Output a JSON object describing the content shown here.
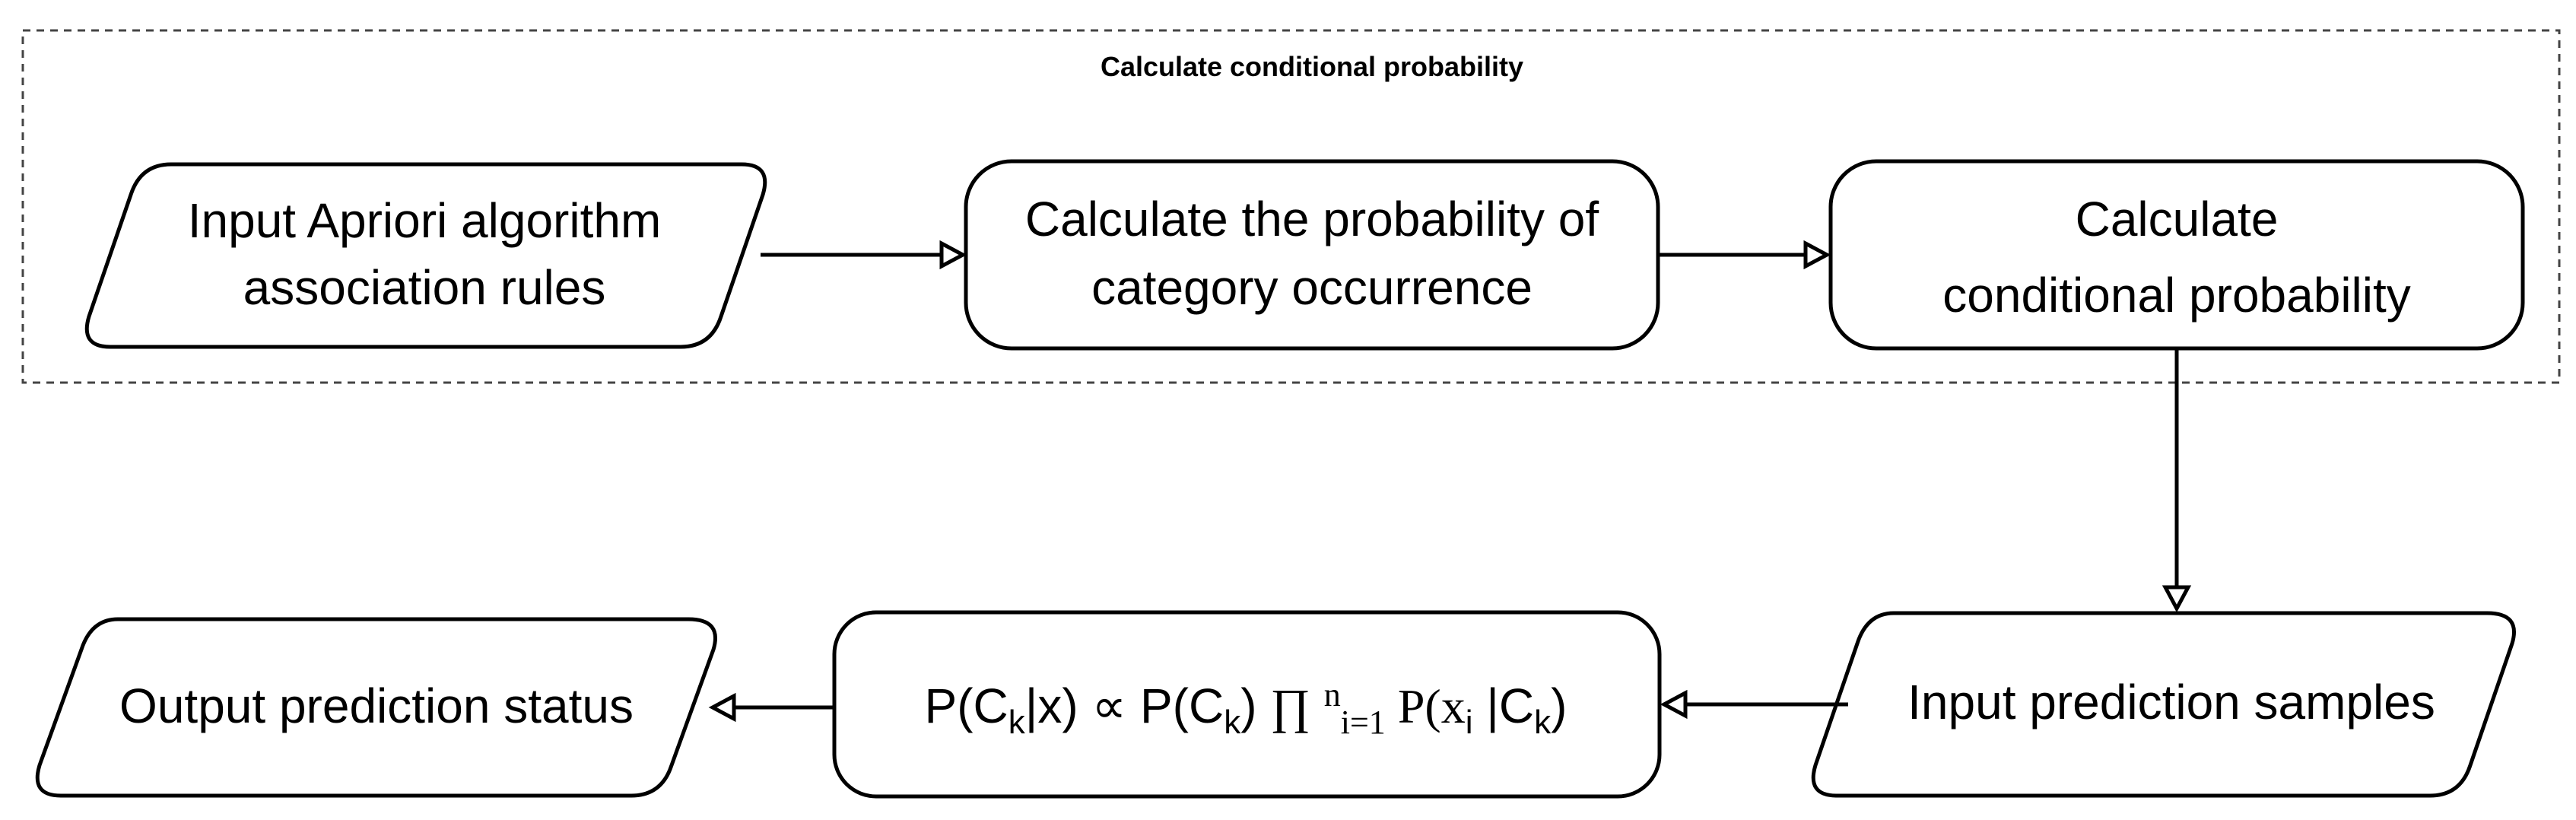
{
  "frame": {
    "title": "Calculate conditional probability"
  },
  "nodes": {
    "input_apriori": {
      "line1": "Input Apriori algorithm",
      "line2": "association rules"
    },
    "calc_category": {
      "line1": "Calculate the probability of",
      "line2": "category occurrence"
    },
    "calc_conditional": {
      "line1": "Calculate",
      "line2": "conditional probability"
    },
    "input_samples": {
      "label": "Input prediction samples"
    },
    "formula": {
      "p_open": "P(C",
      "sub_k1": "k",
      "given_x": "|x)",
      "propto": "∝",
      "p2_open": "P(C",
      "sub_k2": "k",
      "p2_close": ")",
      "prod": "∏",
      "sup_n": "n",
      "sub_i1": "i=1",
      "serif_p": "P(x",
      "sub_i": "i",
      "given_c": "|C",
      "sub_k3": "k",
      "close": ")"
    },
    "output_status": {
      "label": "Output prediction status"
    }
  },
  "colors": {
    "stroke": "#000000",
    "fill": "#ffffff",
    "frame_stroke": "#444444"
  }
}
